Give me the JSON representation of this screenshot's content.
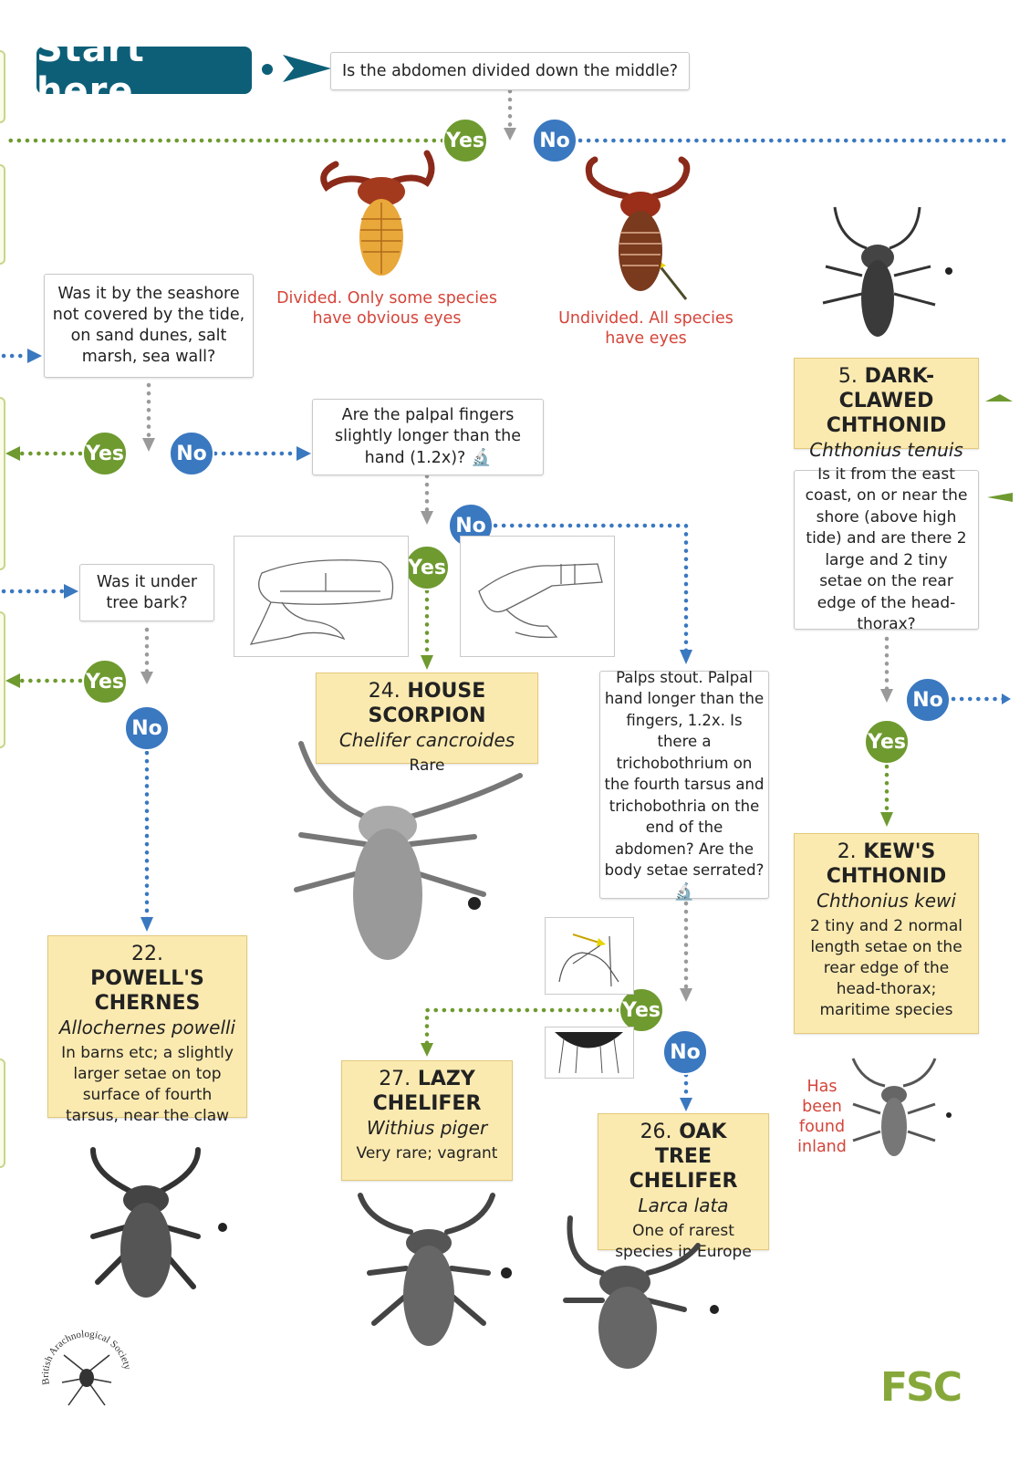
{
  "start_label": "Start here",
  "questions": {
    "q_abdomen": "Is the abdomen divided down the middle?",
    "q_seashore": "Was it by the seashore not covered by the tide, on sand dunes, salt marsh, sea wall?",
    "q_palpal": "Are the palpal fingers slightly longer than the hand (1.2x)?",
    "q_bark": "Was it under tree bark?",
    "q_stout": "Palps stout. Palpal hand longer than the fingers, 1.2x. Is there a trichobothrium on the fourth tarsus and trichobothria on the end of the abdomen? Are the body setae serrated?",
    "q_eastcoast": "Is it from the east coast, on or near the shore (above high tide) and are there 2 large and 2 tiny setae on the rear edge of the head-thorax?"
  },
  "captions": {
    "divided": "Divided. Only some species have obvious eyes",
    "undivided": "Undivided. All species have eyes",
    "inland": "Has been found inland"
  },
  "yes_label": "Yes",
  "no_label": "No",
  "species": {
    "s5": {
      "num": "5.",
      "name": "DARK-CLAWED CHTHONID",
      "latin": "Chthonius tenuis",
      "note": ""
    },
    "s24": {
      "num": "24.",
      "name": "HOUSE SCORPION",
      "latin": "Chelifer cancroides",
      "note": "Rare"
    },
    "s2": {
      "num": "2.",
      "name": "KEW'S CHTHONID",
      "latin": "Chthonius kewi",
      "note": "2 tiny and 2 normal length setae on the rear edge of the head-thorax; maritime species"
    },
    "s22": {
      "num": "22.",
      "name": "POWELL'S CHERNES",
      "latin": "Allochernes powelli",
      "note": "In barns etc; a slightly larger setae on top surface of fourth tarsus, near the claw"
    },
    "s27": {
      "num": "27.",
      "name": "LAZY CHELIFER",
      "latin": "Withius piger",
      "note": "Very rare; vagrant"
    },
    "s26": {
      "num": "26.",
      "name": "OAK TREE CHELIFER",
      "latin": "Larca lata",
      "note": "One of rarest species in Europe"
    }
  },
  "logos": {
    "bas": "British Arachnological Society",
    "fsc": "FSC"
  },
  "colors": {
    "yes": "#6e9a2f",
    "no": "#3a78c0",
    "start": "#0d5f78",
    "species_fill": "#fbeab0",
    "caption_red": "#d5453a"
  }
}
